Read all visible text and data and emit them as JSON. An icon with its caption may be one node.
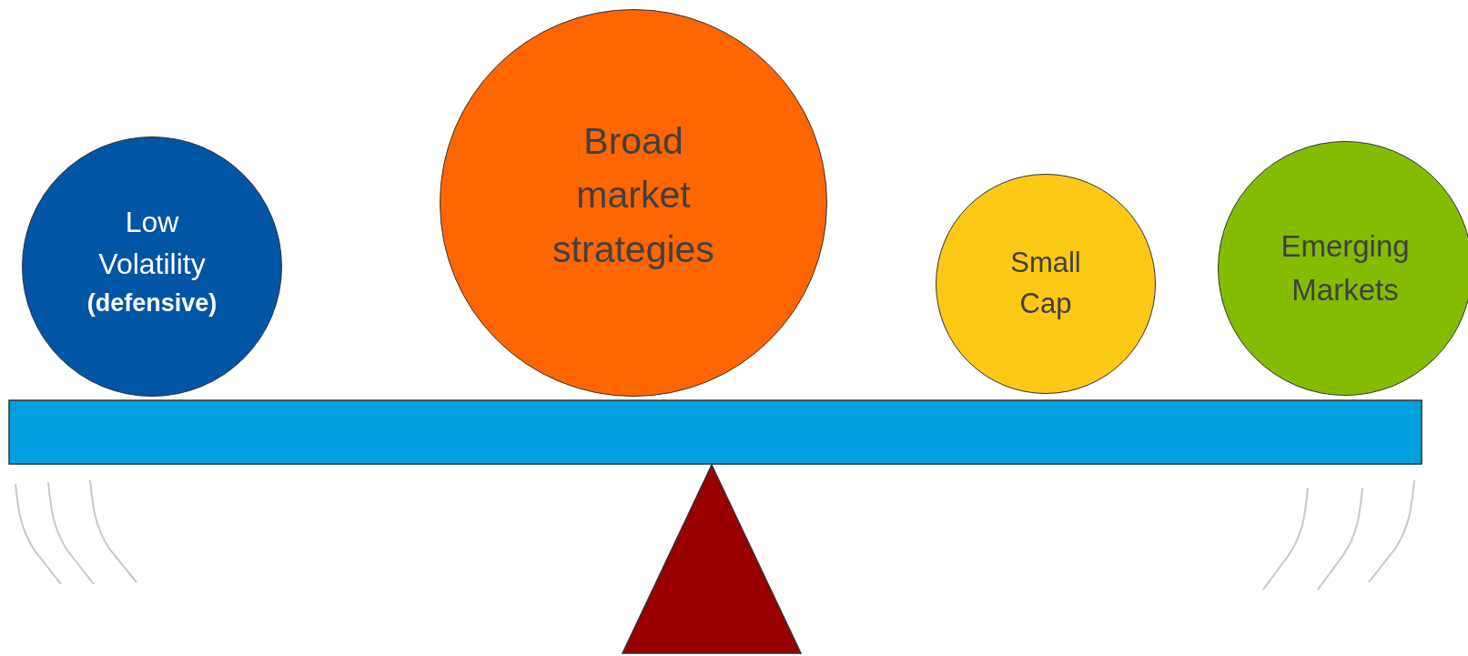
{
  "diagram": {
    "nodes": [
      {
        "text": [
          "Low Volatility",
          "**(defensive)**"
        ]
      },
      {
        "text": [
          "Broad market strategies"
        ]
      },
      {
        "text": [
          "Small Cap"
        ]
      },
      {
        "text": [
          "Emerging Markets"
        ]
      },
      {
        "text": [],
        "shape": "bar"
      },
      {
        "text": [],
        "shape": "triangle"
      }
    ],
    "edges": []
  }
}
